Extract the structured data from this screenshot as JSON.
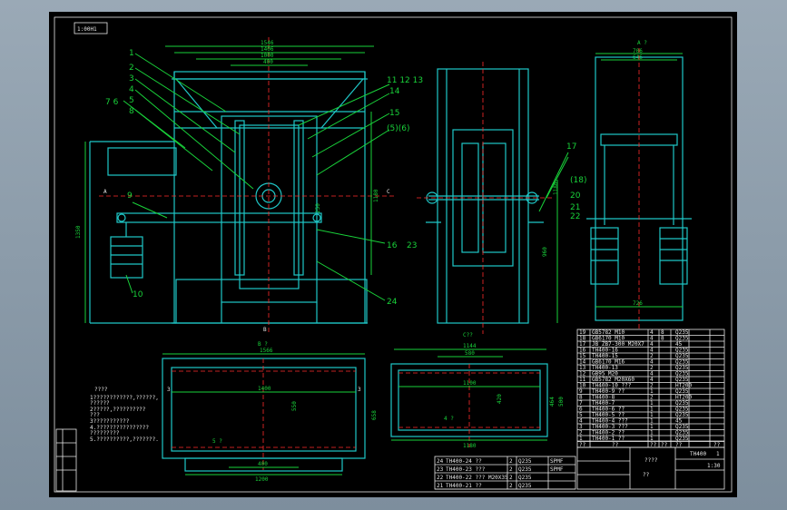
{
  "drawing": {
    "corner_label": "1:00H1",
    "dims": {
      "front_top": [
        "1546",
        "1406",
        "1000",
        "400"
      ],
      "front_height": "1350",
      "front_inner": "1180",
      "front_small": "250",
      "side_height": "960",
      "side_inner": "1180",
      "right_top": [
        "706",
        "646"
      ],
      "right_bottom": "726",
      "plan_b_top": "1566",
      "plan_b_inner": "1400",
      "plan_b_mid": "550",
      "plan_b_right": "658",
      "plan_b_bottom": [
        "400",
        "1200"
      ],
      "plan_c_top": [
        "1144",
        "580"
      ],
      "plan_c_inner": "1100",
      "plan_c_mid": "420",
      "plan_c_right": [
        "464",
        "500"
      ],
      "plan_c_bottom": "1180"
    },
    "section_labels": {
      "a": "A",
      "c": "C",
      "b": "B",
      "view_a": "A ?",
      "view_b": "B ?",
      "view_c": "C??"
    },
    "part_numbers_left": [
      "1",
      "2",
      "3",
      "4",
      "7 6",
      "5",
      "8",
      "9",
      "10"
    ],
    "part_numbers_mid": [
      "11 12 13",
      "14",
      "15",
      "(5)(6)",
      "16",
      "24",
      "23"
    ],
    "part_numbers_right": [
      "17",
      "(18)",
      "20",
      "21",
      "22"
    ],
    "notes_title": "????",
    "notes": [
      "1????????????,??????,",
      " ??????",
      "2?????,??????????",
      " ???",
      "3???????????",
      "4.????????????????",
      " ?????????",
      "5.??????????,???????."
    ],
    "plan_labels": {
      "b_inner": "5 ?",
      "c_inner": "4 ?",
      "b_side": "3"
    },
    "bom_rows": [
      [
        "19",
        "GB5782 M10",
        "4",
        "8",
        "Q235",
        ""
      ],
      [
        "18",
        "GB6170 M10",
        "4",
        "8",
        "Q235",
        ""
      ],
      [
        "17",
        "JB ZB7-300 M20X7",
        "4",
        "",
        "45",
        ""
      ],
      [
        "16",
        "TH400-16",
        "4",
        "",
        "Q235",
        ""
      ],
      [
        "15",
        "TH400-15",
        "2",
        "",
        "Q235",
        ""
      ],
      [
        "14",
        "GB6170 M16",
        "4",
        "",
        "Q235",
        ""
      ],
      [
        "13",
        "TH400-13",
        "2",
        "",
        "Q235",
        ""
      ],
      [
        "12",
        "GB95 M20",
        "4",
        "",
        "Q235",
        ""
      ],
      [
        "11",
        "GB5782 M20X60",
        "4",
        "",
        "Q235",
        ""
      ],
      [
        "10",
        "TH400-10 ???",
        "2",
        "",
        "HT200",
        ""
      ],
      [
        "9",
        "TH400-9 ??",
        "1",
        "",
        "Q235",
        ""
      ],
      [
        "8",
        "TH400-8",
        "2",
        "",
        "HT200",
        ""
      ],
      [
        "7",
        "TH400-7",
        "1",
        "",
        "Q235",
        ""
      ],
      [
        "6",
        "TH400-6 ??",
        "1",
        "",
        "Q235",
        ""
      ],
      [
        "5",
        "TH400-5 ??",
        "1",
        "",
        "Q235",
        ""
      ],
      [
        "4",
        "TH400-4 ???",
        "1",
        "",
        "45",
        ""
      ],
      [
        "3",
        "TH400-3 ???",
        "1",
        "",
        "Q235",
        ""
      ],
      [
        "2",
        "TH400-2 ??",
        "1",
        "",
        "Q235",
        ""
      ],
      [
        "1",
        "TH400-1 ??",
        "1",
        "",
        "Q235",
        ""
      ]
    ],
    "bom_header": [
      "??",
      "??",
      "??",
      "??",
      "??",
      "??"
    ],
    "bom_lower_rows": [
      [
        "24",
        "TH400-24 ??",
        "2",
        "Q235",
        "SPMF"
      ],
      [
        "23",
        "TH400-23 ???",
        "2",
        "Q235",
        "SPMF"
      ],
      [
        "22",
        "TH400-22 ??? M20X35",
        "2",
        "Q235",
        ""
      ],
      [
        "21",
        "TH400-21 ??",
        "2",
        "Q235",
        ""
      ]
    ],
    "title_block": {
      "name": "????",
      "code": "TH400",
      "sheet": "1",
      "scale": "1:30",
      "sub": "??"
    }
  }
}
